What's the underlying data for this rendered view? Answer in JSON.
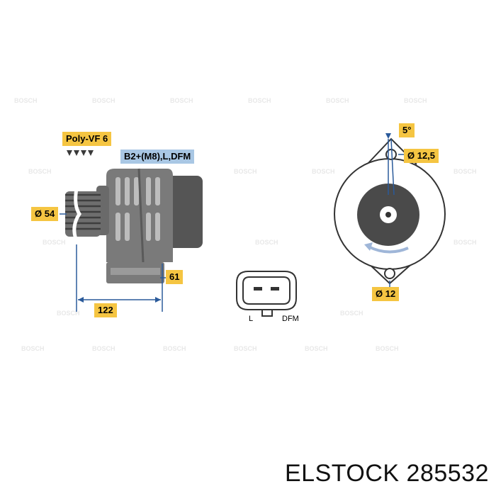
{
  "labels": {
    "belt": "Poly-VF 6",
    "terminals": "B2+(M8),L,DFM",
    "pulley_diameter": "Ø 54",
    "length": "122",
    "flange": "61",
    "angle": "5°",
    "top_hole": "Ø 12,5",
    "bottom_hole": "Ø 12",
    "connector_l": "L",
    "connector_dfm": "DFM"
  },
  "caption": "ELSTOCK 285532",
  "colors": {
    "tag": "#f5c542",
    "tag_blue": "#a9c7e4",
    "body": "#7a7a7a",
    "body_dark": "#4a4a4a",
    "dimension": "#2a5a9a",
    "rotation_arrow": "#9fb6d8"
  }
}
